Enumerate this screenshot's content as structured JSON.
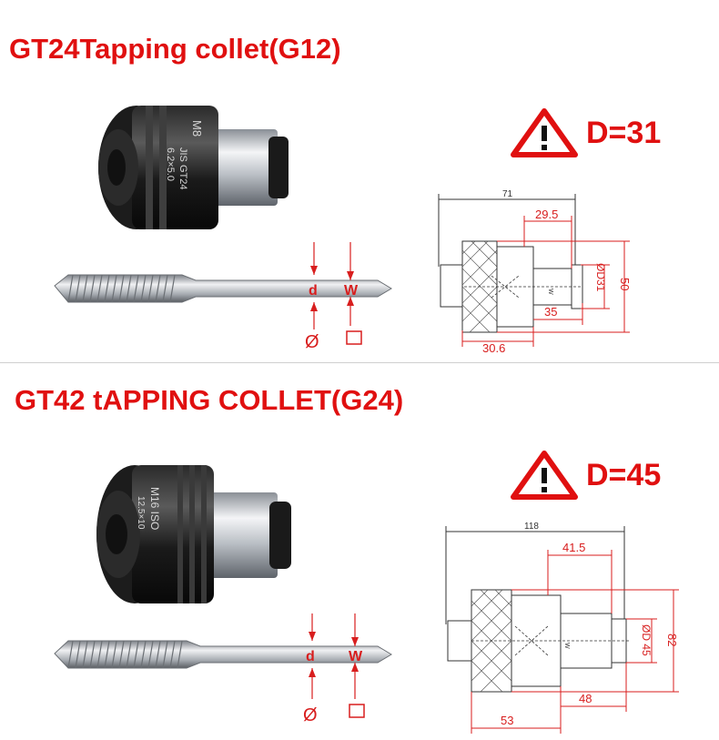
{
  "top": {
    "title": "GT24Tapping collet(G12)",
    "warning": "D=31",
    "collet_engraving": [
      "M8",
      "JIS GT24",
      "6.2×5.0"
    ],
    "tap": {
      "d_label": "d",
      "w_label": "W",
      "diameter_symbol": "Ø",
      "square_symbol": "□"
    },
    "drawing": {
      "dim_total": "71",
      "dim_a": "29.5",
      "dim_b": "35",
      "dim_c": "30.6",
      "dim_height": "50",
      "dim_diameter": "ØD31",
      "dim_w": "W"
    }
  },
  "bottom": {
    "title": "GT42 tAPPING COLLET(G24)",
    "warning": "D=45",
    "collet_engraving": [
      "M16 ISO",
      "12.5×10"
    ],
    "tap": {
      "d_label": "d",
      "w_label": "W",
      "diameter_symbol": "Ø",
      "square_symbol": "□"
    },
    "drawing": {
      "dim_total": "118",
      "dim_a": "41.5",
      "dim_b": "48",
      "dim_c": "53",
      "dim_height": "82",
      "dim_diameter": "ØD 45",
      "dim_w": "W"
    }
  },
  "colors": {
    "title_red": "#e01010",
    "dimension_red": "#d81e1e",
    "warning_red": "#e01010"
  }
}
